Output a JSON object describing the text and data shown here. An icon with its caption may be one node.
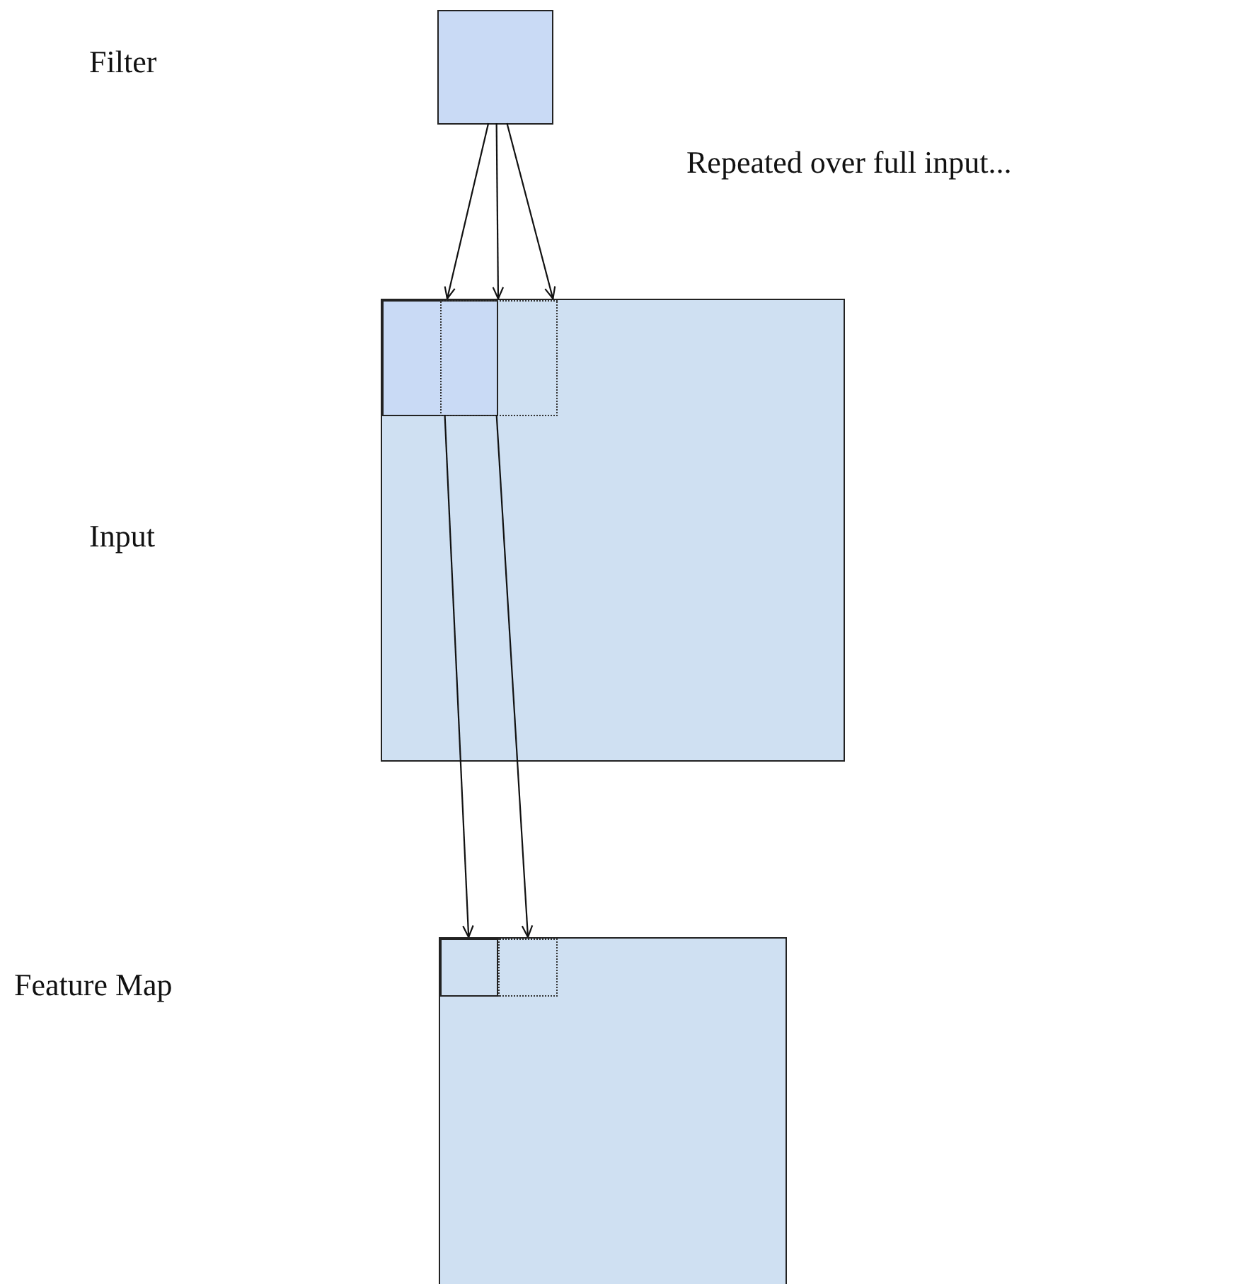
{
  "diagram": {
    "nodes": [
      {
        "text": [],
        "shape": "box"
      },
      {
        "text": [],
        "shape": "box"
      },
      {
        "text": [],
        "shape": "box",
        "in": 1
      },
      {
        "text": [],
        "shape": "box",
        "in": 1
      },
      {
        "text": [],
        "shape": "box"
      },
      {
        "text": [],
        "shape": "box",
        "in": 4
      },
      {
        "text": [],
        "shape": "box",
        "in": 4
      }
    ],
    "edges": [
      {
        "from": 0,
        "to": 3,
        "arrow": "to"
      },
      {
        "from": 0,
        "to": 2,
        "arrow": "to"
      },
      {
        "from": 0,
        "to": 3,
        "arrow": "to"
      },
      {
        "from": 2,
        "to": 5,
        "arrow": "to"
      },
      {
        "from": 3,
        "to": 6,
        "arrow": "to"
      }
    ],
    "labels": [
      "Filter",
      "Repeated over full input...",
      "Input",
      "Feature Map"
    ]
  }
}
